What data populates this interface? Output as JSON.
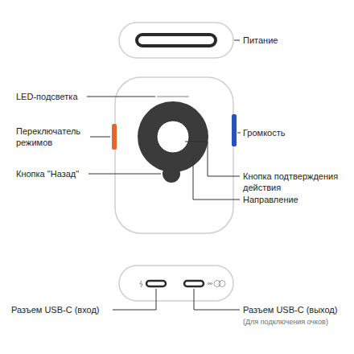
{
  "diagram": {
    "labels": [
      "Питание",
      "LED-подсветка",
      "Переключатель режимов",
      "Громкость",
      "Кнопка \"Назад\"",
      "Кнопка подтверждения действия",
      "Направление",
      "Разъем USB-C (вход)",
      "Разъем USB-C (выход)",
      "(Для подключения очков)"
    ]
  }
}
